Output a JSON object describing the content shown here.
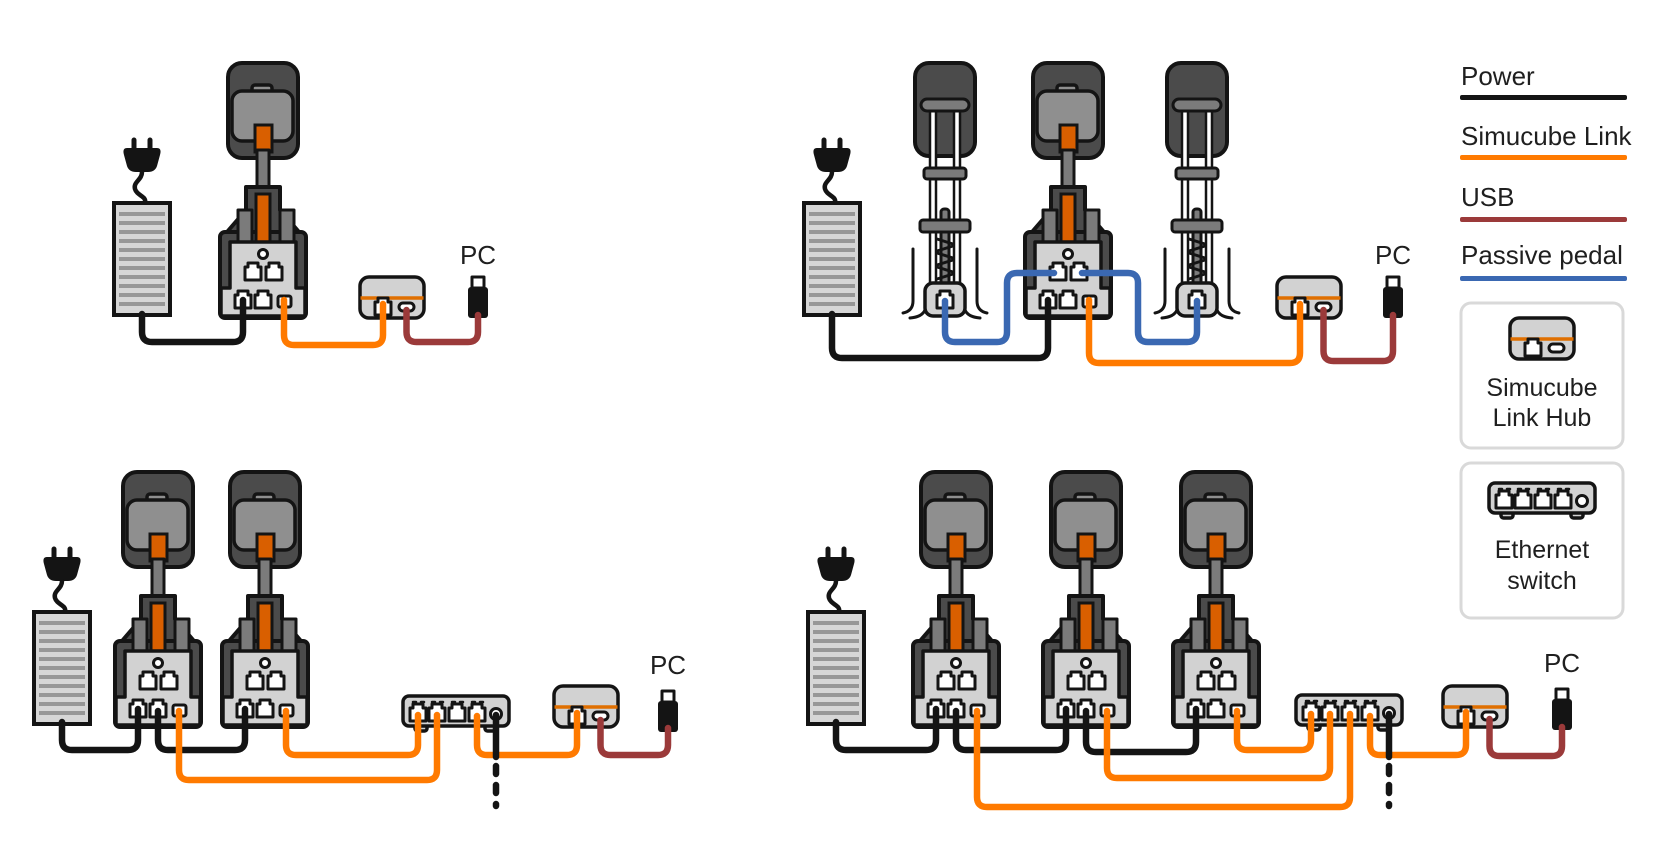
{
  "colors": {
    "power": "#141414",
    "simucube_link": "#FF7A00",
    "usb": "#9B3A3A",
    "passive_pedal": "#3A68B2",
    "hub_stripe": "#E06F00",
    "pedal_orange": "#D95F00"
  },
  "legend": {
    "items": [
      {
        "label": "Power"
      },
      {
        "label": "Simucube Link"
      },
      {
        "label": "USB"
      },
      {
        "label": "Passive pedal"
      }
    ],
    "hub_card": {
      "line1": "Simucube",
      "line2": "Link Hub"
    },
    "switch_card": {
      "line1": "Ethernet",
      "line2": "switch"
    }
  },
  "diagrams": {
    "single_pedal": {
      "pc_label": "PC"
    },
    "with_passive_pedals": {
      "pc_label": "PC"
    },
    "two_pedals_switch": {
      "pc_label": "PC"
    },
    "three_pedals_switch": {
      "pc_label": "PC"
    }
  }
}
